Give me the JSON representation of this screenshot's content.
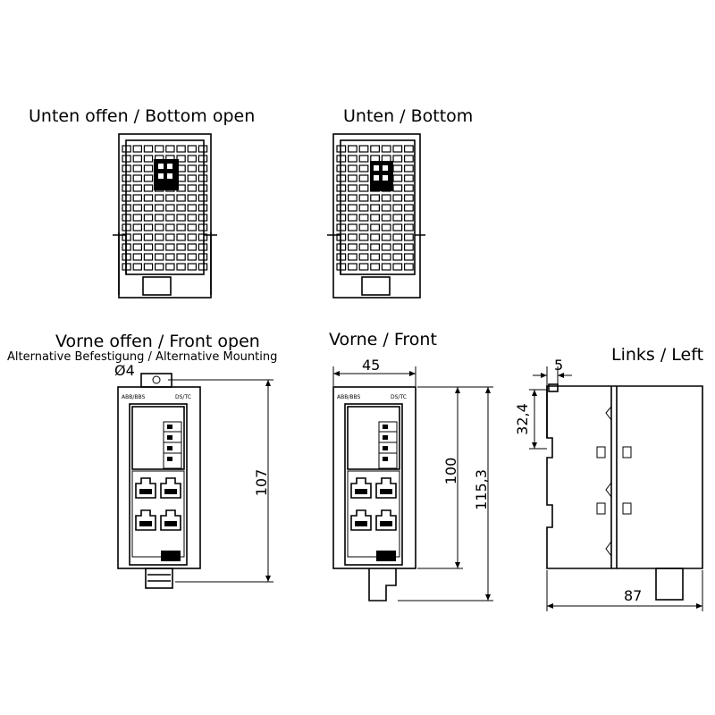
{
  "views": {
    "bottom_open": "Unten offen / Bottom open",
    "bottom": "Unten / Bottom",
    "front_open": "Vorne offen / Front open",
    "front_open_sub": "Alternative Befestigung / Alternative Mounting",
    "front": "Vorne  / Front",
    "left": "Links / Left"
  },
  "dimensions": {
    "hole_diameter": "Ø4",
    "height_front_open": "107",
    "width_front": "45",
    "height_front": "100",
    "height_total": "115,3",
    "offset_top": "5",
    "offset_side": "32,4",
    "depth": "87"
  },
  "device": {
    "brand_label": "ABB/BBS",
    "model_label": "DS/TC"
  }
}
